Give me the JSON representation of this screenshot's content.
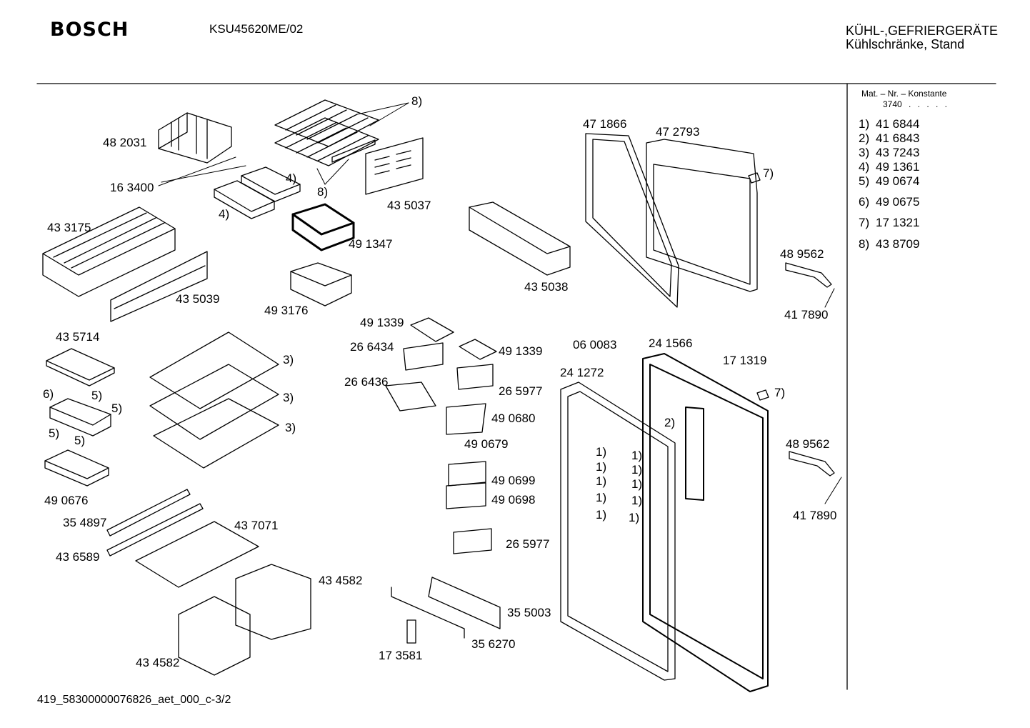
{
  "header": {
    "brand": "BOSCH",
    "model": "KSU45620ME/02",
    "category_line1": "KÜHL-,GEFRIERGERÄTE",
    "category_line2": "Kühlschränke, Stand"
  },
  "legend": {
    "heading": "Mat. – Nr. – Konstante",
    "constant": "3740",
    "dots": ". . . . .",
    "items": [
      {
        "key": "1)",
        "value": "41 6844"
      },
      {
        "key": "2)",
        "value": "41 6843"
      },
      {
        "key": "3)",
        "value": "43 7243"
      },
      {
        "key": "4)",
        "value": "49 1361"
      },
      {
        "key": "5)",
        "value": "49 0674"
      },
      {
        "key": "6)",
        "value": "49 0675"
      },
      {
        "key": "7)",
        "value": "17 1321"
      },
      {
        "key": "8)",
        "value": "43 8709"
      }
    ]
  },
  "parts": [
    "48 2031",
    "16 3400",
    "4)",
    "4)",
    "8)",
    "8)",
    "43 5037",
    "43 3175",
    "49 1347",
    "43 5039",
    "49 3176",
    "43 5038",
    "47 1866",
    "47 2793",
    "7)",
    "48 9562",
    "41 7890",
    "43 5714",
    "3)",
    "3)",
    "3)",
    "6)",
    "5)",
    "5)",
    "5)",
    "5)",
    "49 0676",
    "49 1339",
    "26 6434",
    "49 1339",
    "26 6436",
    "26 5977",
    "49 0680",
    "49 0679",
    "49 0699",
    "49 0698",
    "26 5977",
    "35 5003",
    "35 6270",
    "17 3581",
    "35 4897",
    "43 7071",
    "43 6589",
    "43 4582",
    "43 4582",
    "06 0083",
    "24 1566",
    "17 1319",
    "24 1272",
    "7)",
    "2)",
    "48 9562",
    "41 7890",
    "1)",
    "1)",
    "1)",
    "1)",
    "1)",
    "1)",
    "1)",
    "1)",
    "1)",
    "1)"
  ],
  "footer": "419_58300000076826_aet_000_c-3/2"
}
